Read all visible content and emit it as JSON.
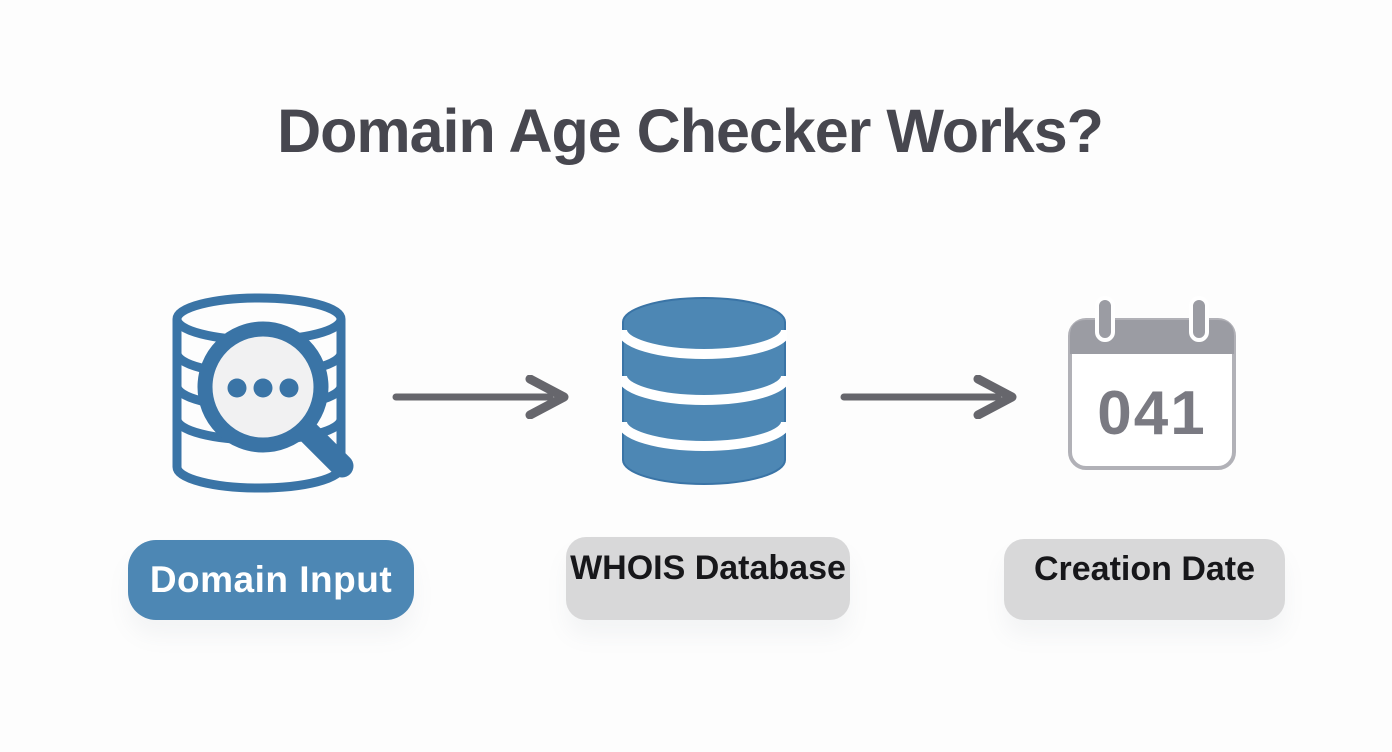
{
  "title": "Domain Age Checker Works?",
  "colors": {
    "background": "#fdfdfd",
    "title_text": "#47474f",
    "blue": "#4d87b4",
    "blue_outline": "#3a74a6",
    "magnifier_fill": "#f1f1f2",
    "arrow_gray": "#66666c",
    "pill_gray": "#d8d8d9",
    "pill_text_dark": "#17171a",
    "pill_text_light": "#ffffff",
    "calendar_gray": "#9b9ca3",
    "calendar_border": "#b1b1b7",
    "calendar_number_color": "#7a7a82"
  },
  "steps": [
    {
      "icon": "database-search-icon",
      "label": "Domain Input"
    },
    {
      "icon": "database-icon",
      "label": "WHOIS Database"
    },
    {
      "icon": "calendar-icon",
      "label": "Creation Date",
      "calendar_number": "041"
    }
  ]
}
